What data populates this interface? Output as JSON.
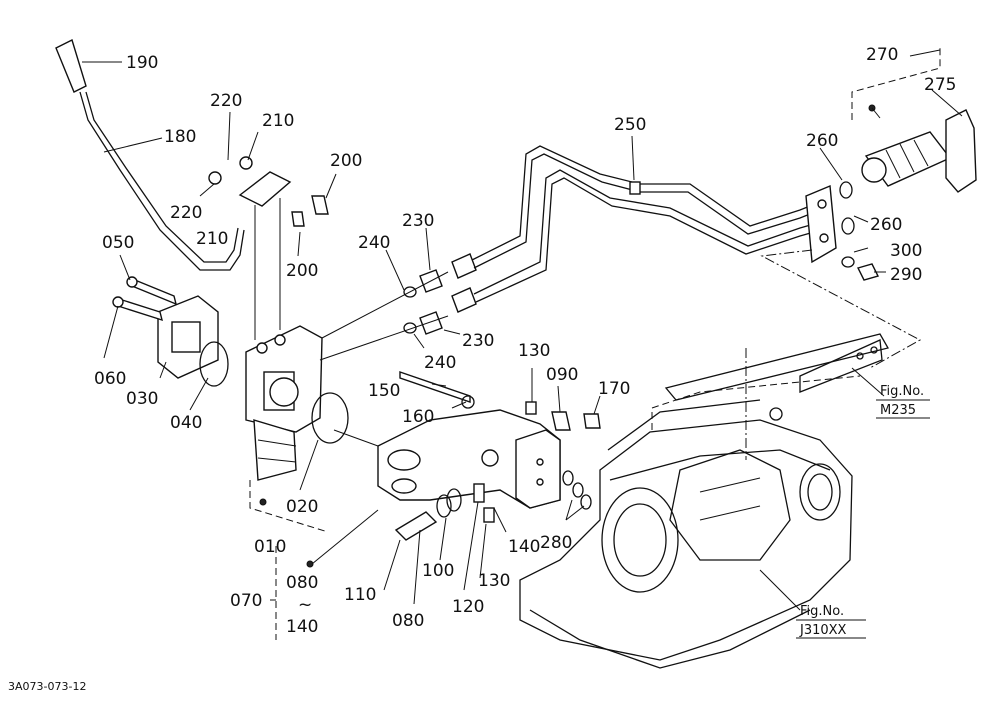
{
  "drawing_code": "3A073-073-12",
  "part_labels": {
    "p190": "190",
    "p180": "180",
    "p220a": "220",
    "p210a": "210",
    "p220b": "220",
    "p210b": "210",
    "p200a": "200",
    "p200b": "200",
    "p050": "050",
    "p060": "060",
    "p030": "030",
    "p040": "040",
    "p010": "010",
    "p020": "020",
    "p070": "070",
    "p080a": "080",
    "tilde": "~",
    "p140a": "140",
    "p110": "110",
    "p080b": "080",
    "p100": "100",
    "p120": "120",
    "p130a": "130",
    "p140b": "140",
    "p150": "150",
    "p160": "160",
    "p130b": "130",
    "p090": "090",
    "p170": "170",
    "p280": "280",
    "p230a": "230",
    "p240a": "240",
    "p230b": "230",
    "p240b": "240",
    "p250": "250",
    "p270": "270",
    "p275": "275",
    "p260a": "260",
    "p260b": "260",
    "p300": "300",
    "p290": "290"
  },
  "references": {
    "ref1_line1": "Fig.No.",
    "ref1_line2": "M235",
    "ref2_line1": "Fig.No.",
    "ref2_line2": "J310XX"
  }
}
